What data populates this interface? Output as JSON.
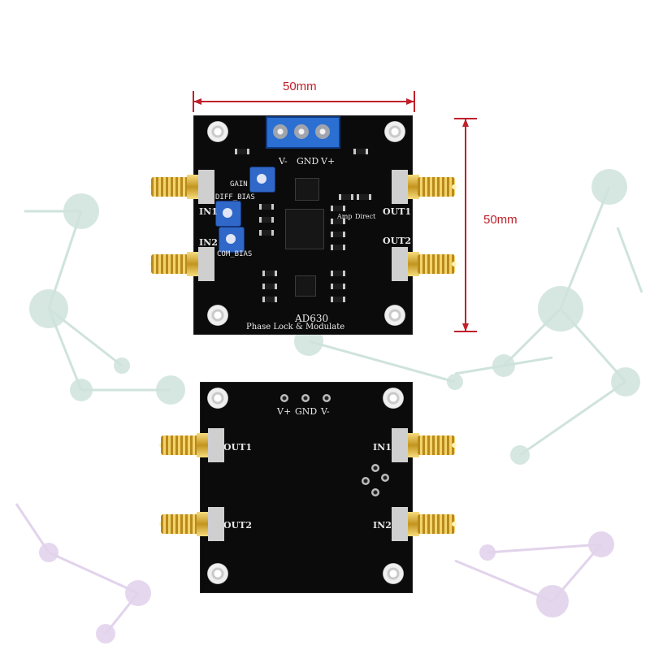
{
  "dimensions": {
    "width_label": "50mm",
    "height_label": "50mm"
  },
  "board_top": {
    "title": "AD630",
    "subtitle": "Phase Lock & Modulate",
    "power_pins": [
      "V-",
      "GND",
      "V+"
    ],
    "ports": {
      "in1": "IN1",
      "in2": "IN2",
      "out1": "OUT1",
      "out2": "OUT2"
    },
    "labels": {
      "diff_bias": "DIFF_BIAS",
      "com_bias": "COM_BIAS",
      "gain": "GAIN",
      "amp": "Amp",
      "direct": "Direct"
    }
  },
  "board_bottom": {
    "power_pins": [
      "V+",
      "GND",
      "V-"
    ],
    "ports": {
      "out1": "OUT1",
      "out2": "OUT2",
      "in1": "IN1",
      "in2": "IN2"
    }
  },
  "colors": {
    "dimension_line": "#c0202a",
    "pcb": "#0b0b0b",
    "sma_gold": "#e2b640",
    "pot_blue": "#2f68c8"
  }
}
